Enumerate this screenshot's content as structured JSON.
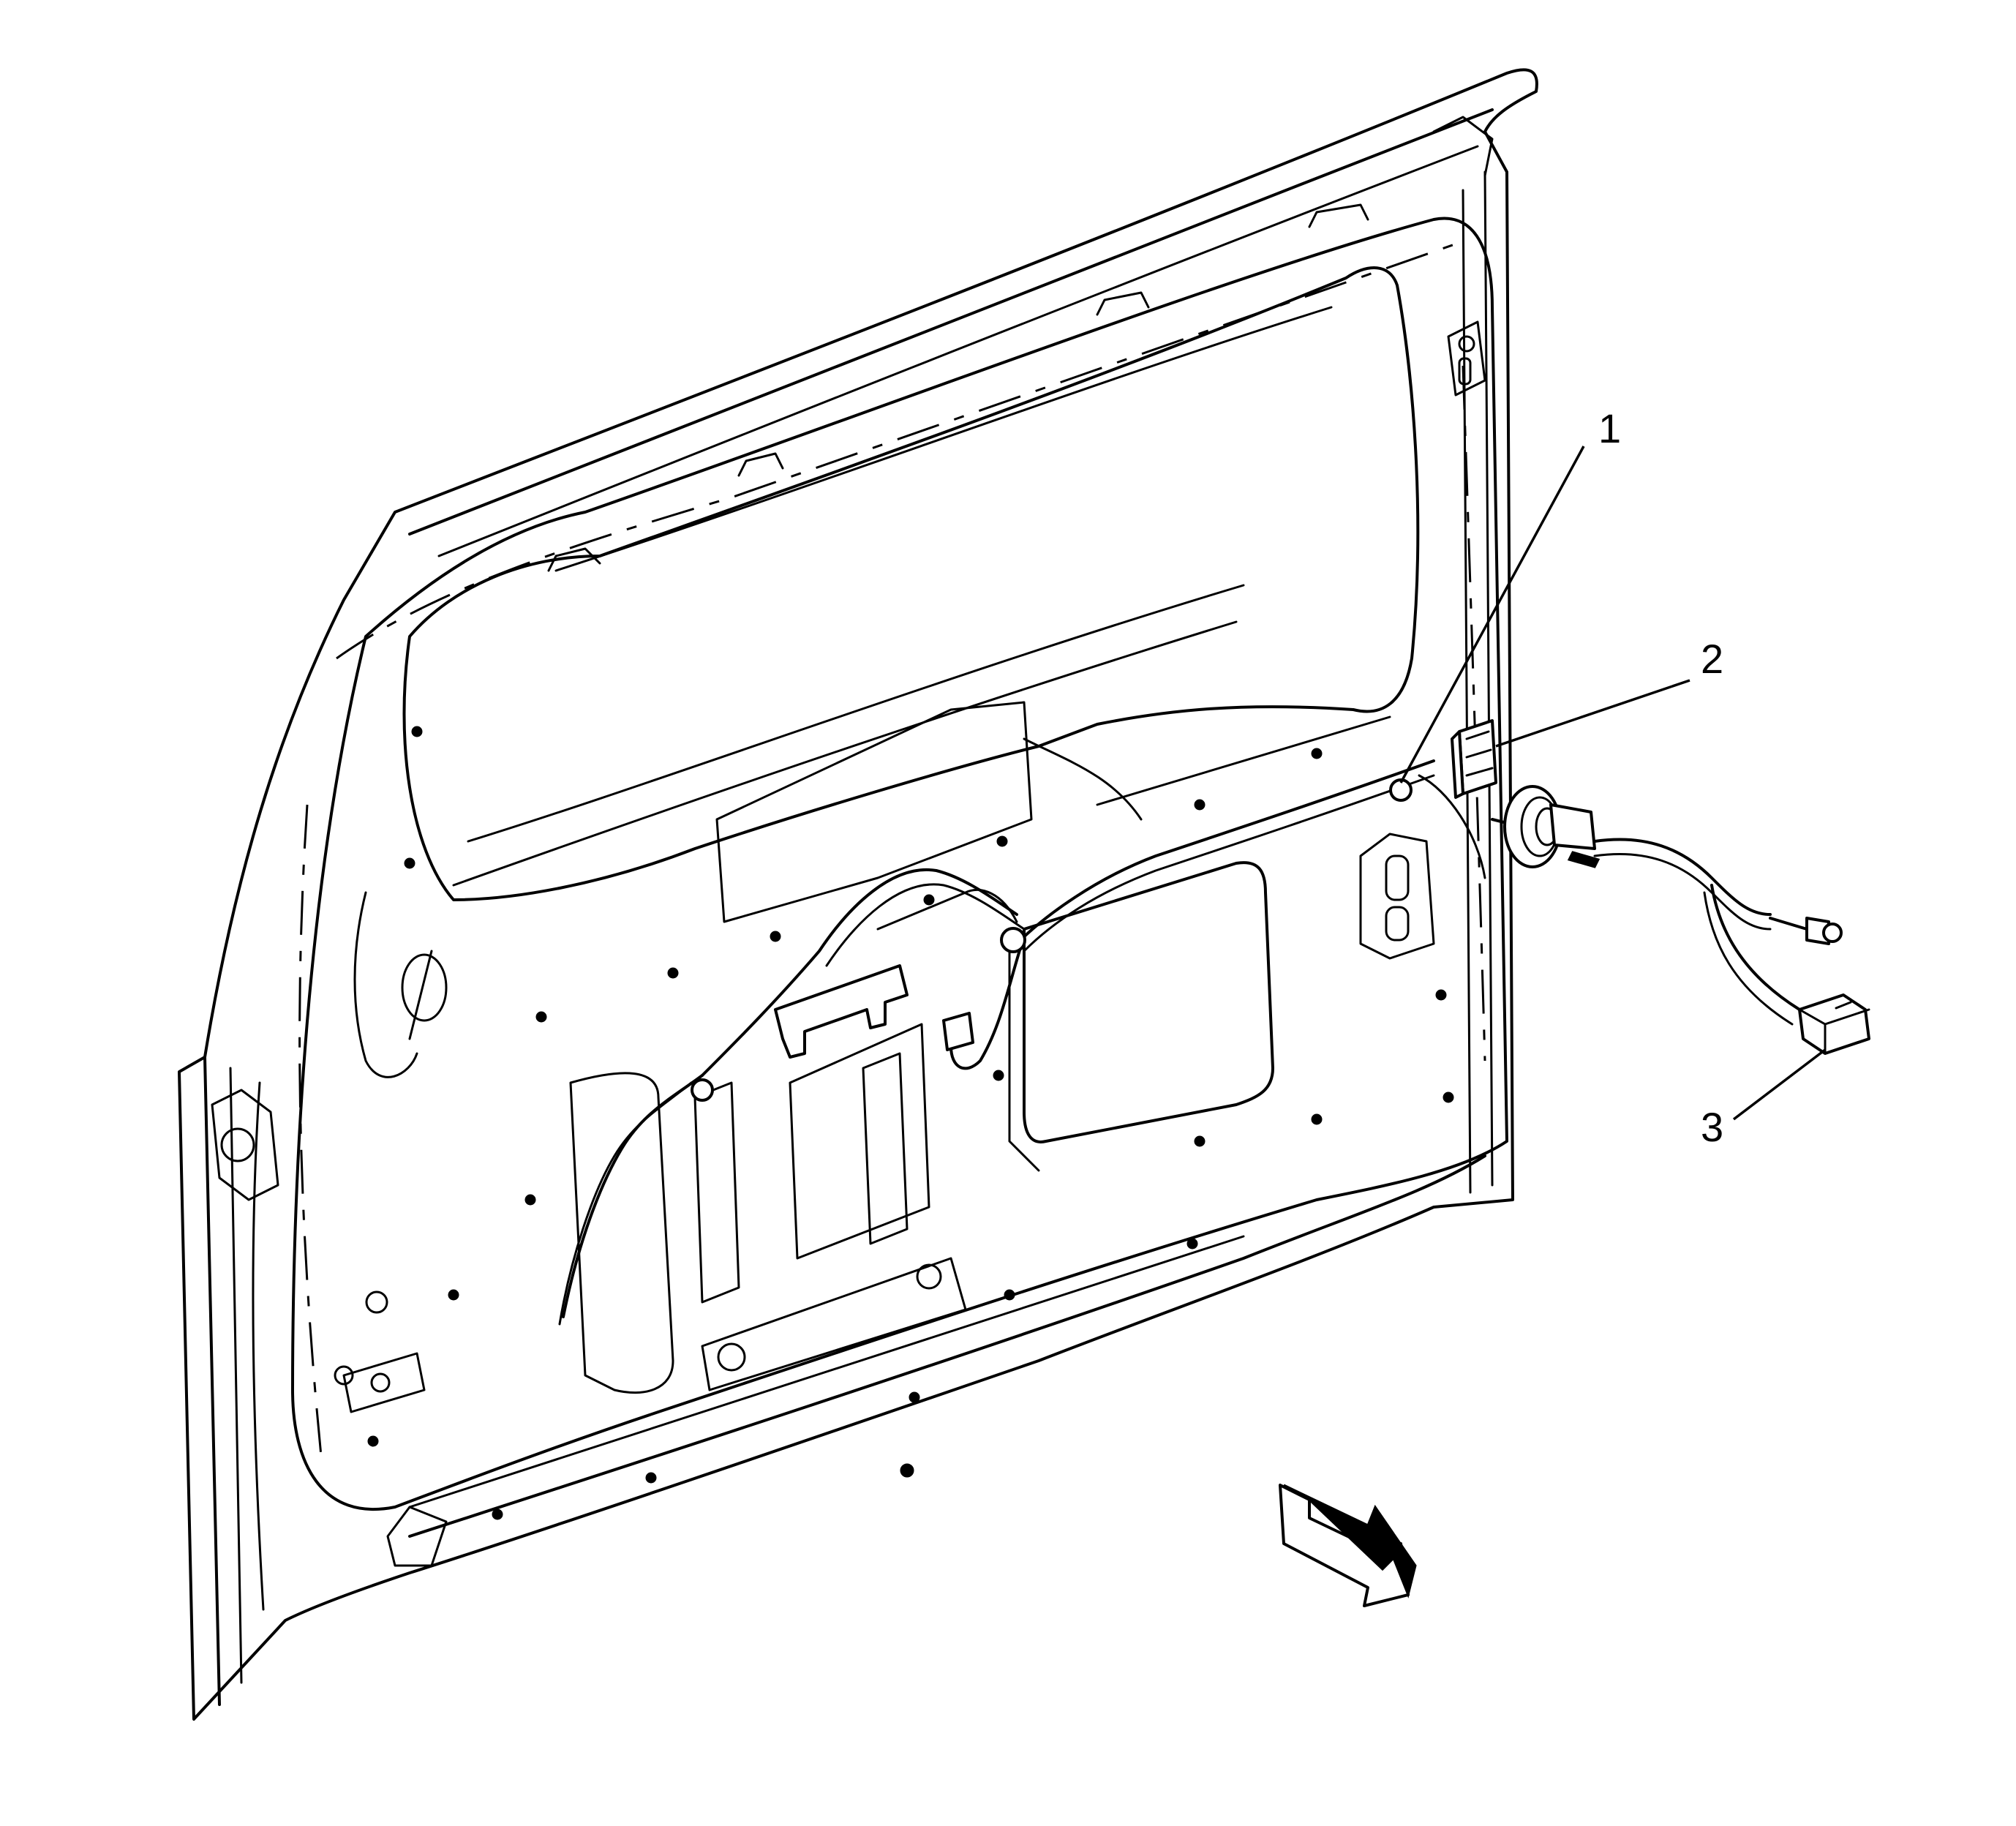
{
  "diagram": {
    "type": "liftgate-wiring-harness-illustration",
    "callouts": [
      {
        "id": "1",
        "label": "1"
      },
      {
        "id": "2",
        "label": "2"
      },
      {
        "id": "3",
        "label": "3"
      }
    ],
    "icons": [
      "direction-arrow-icon"
    ]
  }
}
